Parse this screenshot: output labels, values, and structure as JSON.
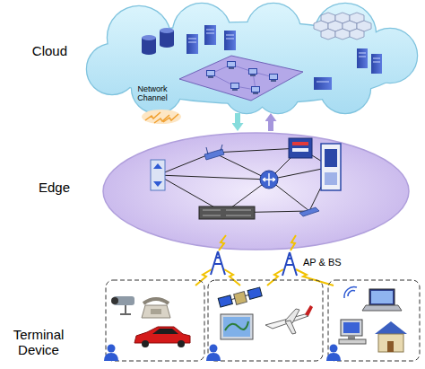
{
  "diagram": {
    "nodes": [
      {
        "text": [
          "Cloud"
        ]
      },
      {
        "text": [
          "Edge"
        ]
      }
    ],
    "edges": [
      {
        "from": 0,
        "to": 1,
        "arrow": "to"
      },
      {
        "from": 1,
        "to": 0,
        "arrow": "to"
      }
    ],
    "labels": [
      "Network Channel",
      "AP & BS",
      "Terminal Device"
    ]
  }
}
